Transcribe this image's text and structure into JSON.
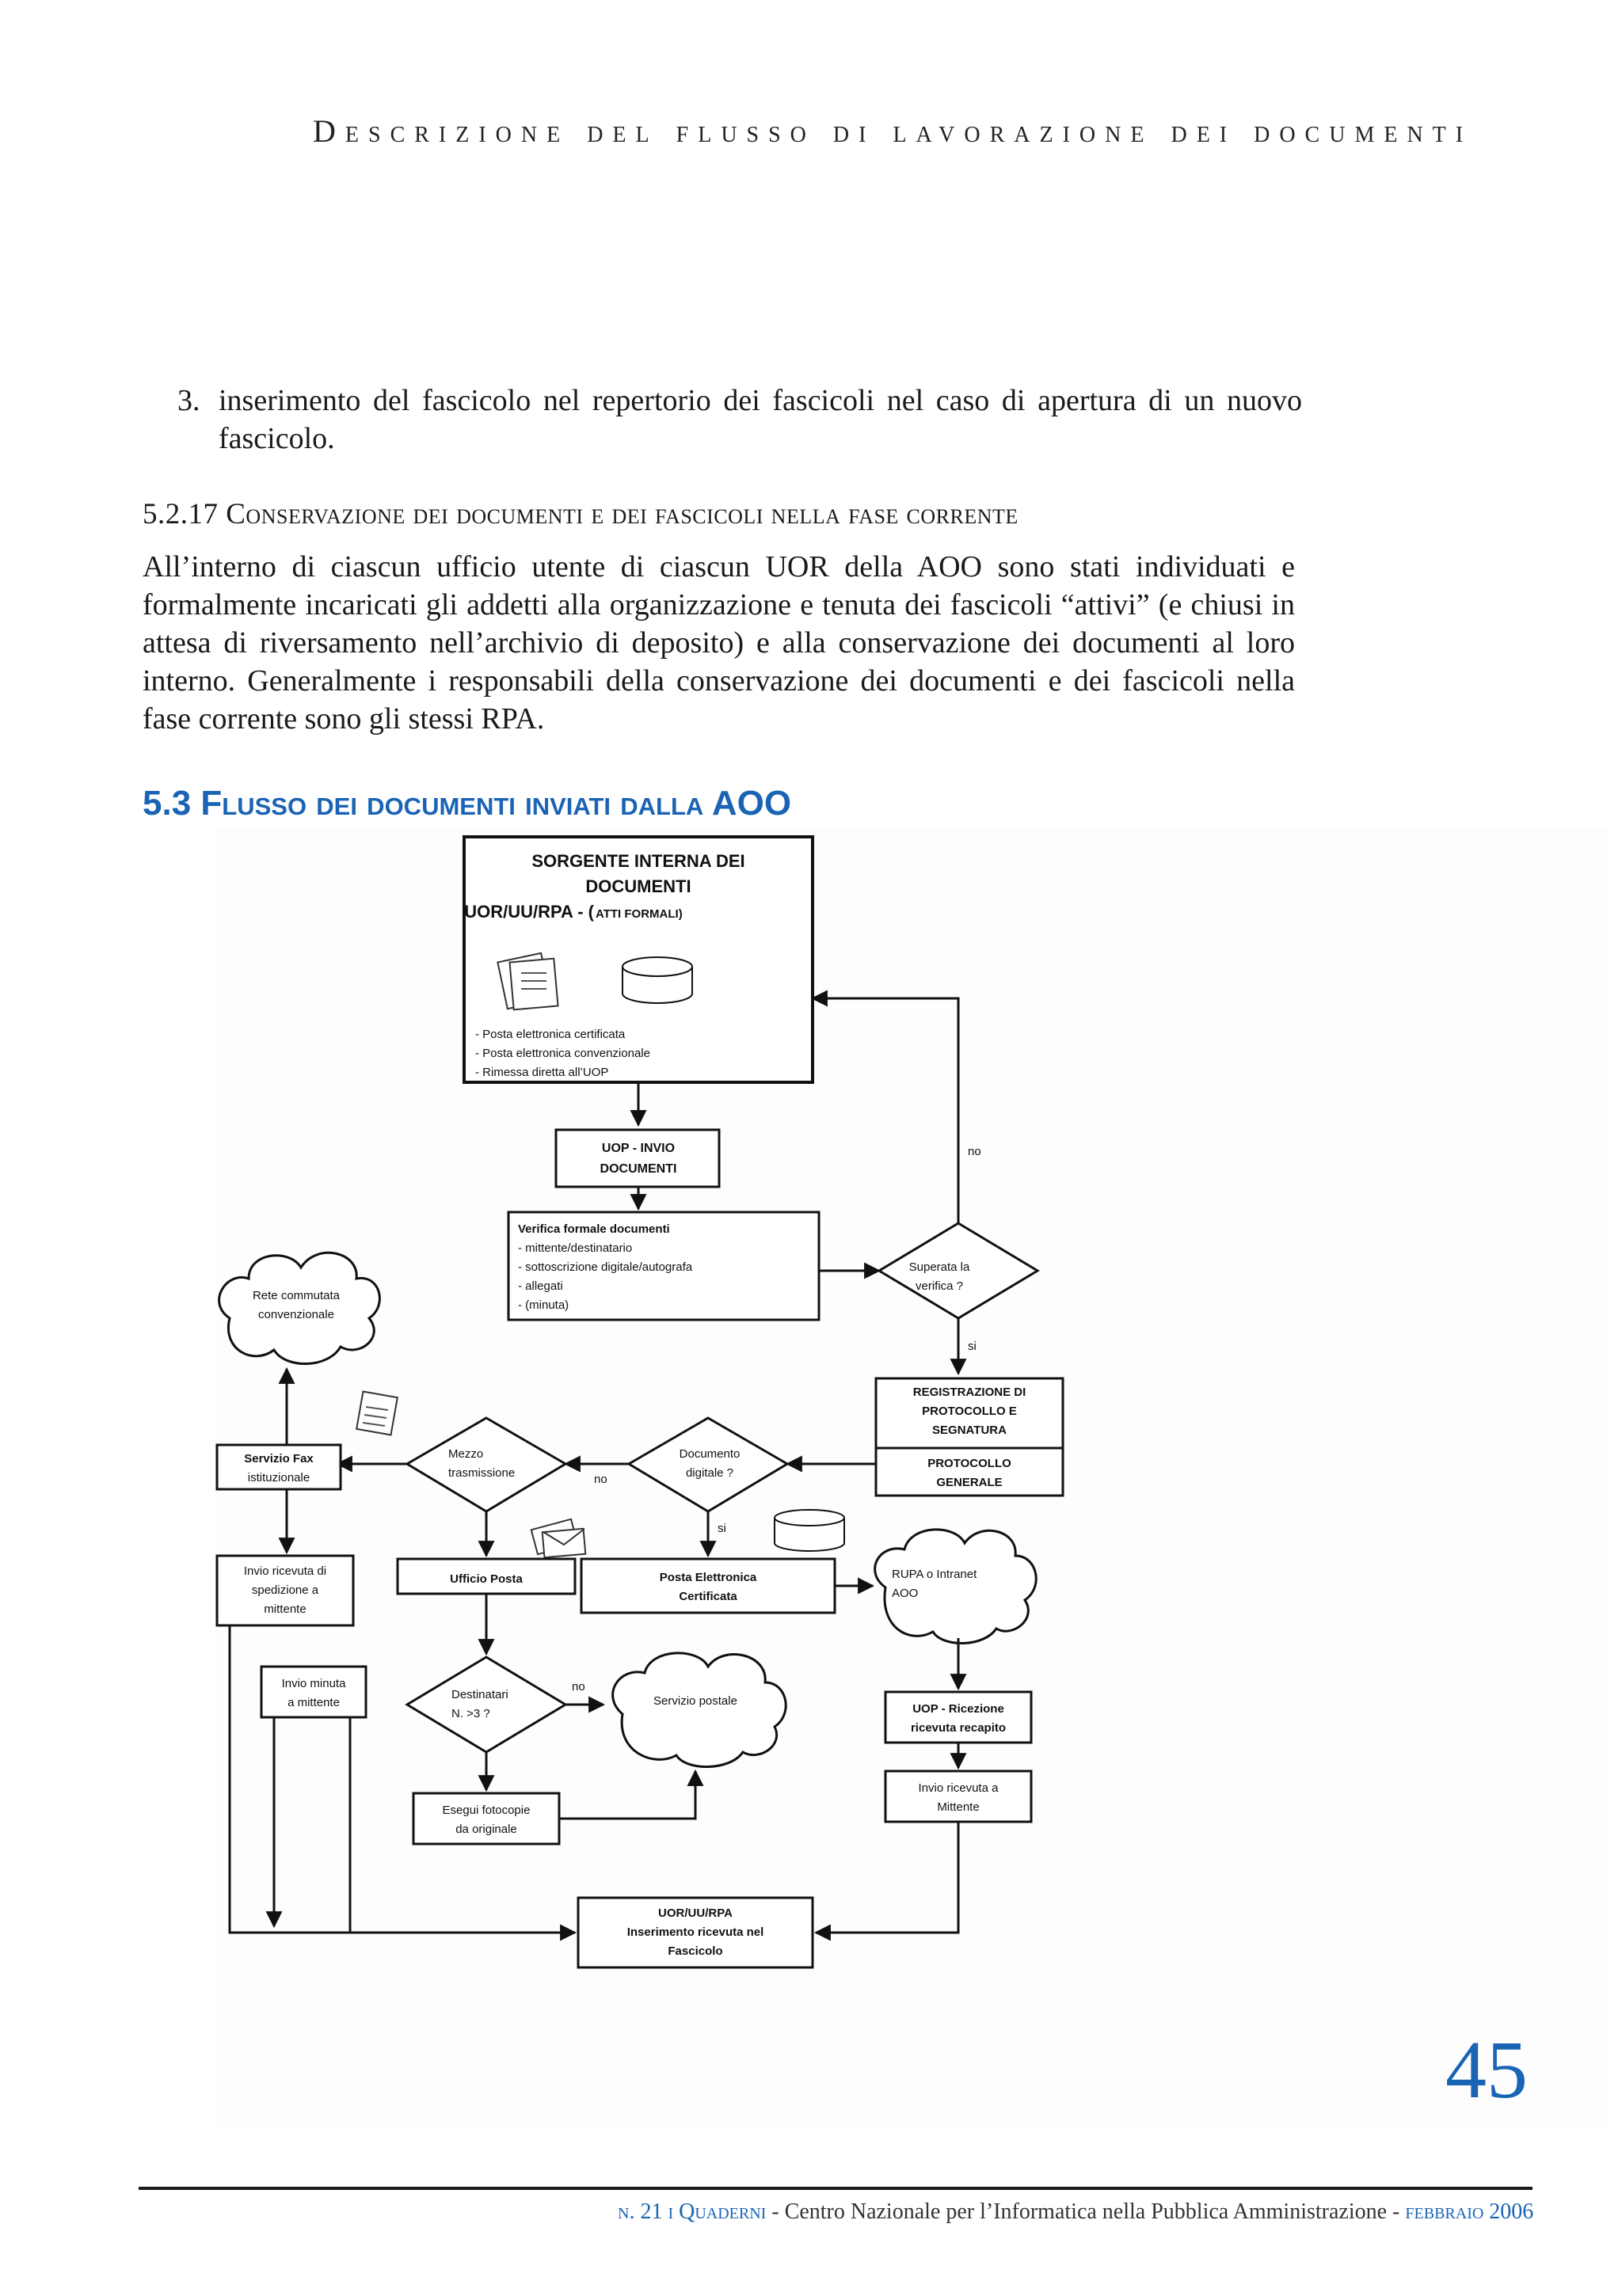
{
  "header": {
    "running_title": "Descrizione del flusso di lavorazione dei documenti"
  },
  "list_item": {
    "number": "3.",
    "text": "inserimento del fascicolo nel repertorio dei fascicoli nel caso di apertura di un nuovo fascicolo."
  },
  "subsection": {
    "title": "5.2.17 Conservazione dei documenti e dei fascicoli nella fase corrente",
    "paragraph": "All’interno di ciascun ufficio utente di ciascun UOR della AOO sono stati individuati e formalmente incaricati gli addetti alla organizzazione e tenuta dei fascicoli “attivi” (e chiusi in attesa di riversamento nell’archivio di deposito) e alla conservazione dei documenti al loro interno. Generalmente i responsabili della conservazione dei documenti e dei fascicoli nella fase corrente sono gli stessi RPA."
  },
  "section": {
    "title": "5.3 Flusso dei documenti inviati dalla AOO"
  },
  "diagram": {
    "source_box": {
      "title_line1": "SORGENTE INTERNA DEI",
      "title_line2": "DOCUMENTI",
      "title_line3a": "UOR/UU/RPA - (",
      "title_line3b": "ATTI FORMALI)",
      "items": [
        "- Posta elettronica certificata",
        "- Posta elettronica convenzionale",
        "- Rimessa diretta all’UOP"
      ]
    },
    "uop_invio": [
      "UOP - INVIO",
      "DOCUMENTI"
    ],
    "verifica": {
      "title": "Verifica formale documenti",
      "items": [
        "- mittente/destinatario",
        "- sottoscrizione digitale/autografa",
        "- allegati",
        "- (minuta)"
      ]
    },
    "superata": [
      "Superata la",
      "verifica ?"
    ],
    "label_no_top": "no",
    "label_si_top": "si",
    "registrazione": [
      "REGISTRAZIONE DI",
      "PROTOCOLLO E",
      "SEGNATURA"
    ],
    "protocollo_generale": [
      "PROTOCOLLO",
      "GENERALE"
    ],
    "documento_digitale": [
      "Documento",
      "digitale ?"
    ],
    "label_no_mid": "no",
    "label_si_mid": "si",
    "mezzo": [
      "Mezzo",
      "trasmissione"
    ],
    "rete_commutata": [
      "Rete commutata",
      "convenzionale"
    ],
    "servizio_fax": [
      "Servizio Fax",
      "istituzionale"
    ],
    "invio_ricevuta": [
      "Invio ricevuta di",
      "spedizione a",
      "mittente"
    ],
    "ufficio_posta": "Ufficio Posta",
    "pec": [
      "Posta Elettronica",
      "Certificata"
    ],
    "rupa": [
      "RUPA o Intranet",
      "AOO"
    ],
    "invio_minuta": [
      "Invio minuta",
      "a mittente"
    ],
    "destinatari": [
      "Destinatari",
      "N. >3 ?"
    ],
    "label_no_bottom": "no",
    "servizio_postale": "Servizio postale",
    "uop_ricezione": [
      "UOP - Ricezione",
      "ricevuta recapito"
    ],
    "esegui_fotocopie": [
      "Esegui fotocopie",
      "da originale"
    ],
    "invio_ricevuta_mittente": [
      "Invio ricevuta a",
      "Mittente"
    ],
    "uor_final": [
      "UOR/UU/RPA",
      "Inserimento ricevuta nel",
      "Fascicolo"
    ]
  },
  "page_number": "45",
  "footer": {
    "issue": "n. 21 i Quaderni",
    "publisher": " - Centro Nazionale per l’Informatica nella Pubblica Amministrazione - ",
    "date": "febbraio 2006"
  }
}
